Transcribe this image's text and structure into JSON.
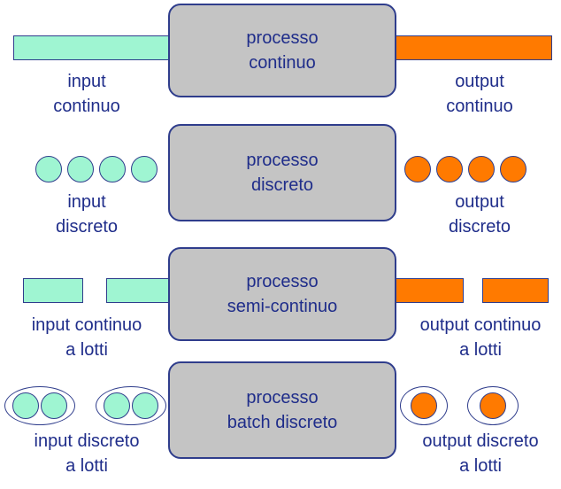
{
  "colors": {
    "input": "#9ff5d2",
    "output": "#ff7a00",
    "process": "#c4c4c4",
    "border": "#2f3d8c",
    "text": "#1f2d8a"
  },
  "rows": [
    {
      "process": [
        "processo",
        "continuo"
      ],
      "input": [
        "input",
        "continuo"
      ],
      "output": [
        "output",
        "continuo"
      ]
    },
    {
      "process": [
        "processo",
        "discreto"
      ],
      "input": [
        "input",
        "discreto"
      ],
      "output": [
        "output",
        "discreto"
      ]
    },
    {
      "process": [
        "processo",
        "semi-continuo"
      ],
      "input": [
        "input continuo",
        "a lotti"
      ],
      "output": [
        "output continuo",
        "a lotti"
      ]
    },
    {
      "process": [
        "processo",
        "batch discreto"
      ],
      "input": [
        "input discreto",
        "a lotti"
      ],
      "output": [
        "output discreto",
        "a lotti"
      ]
    }
  ]
}
